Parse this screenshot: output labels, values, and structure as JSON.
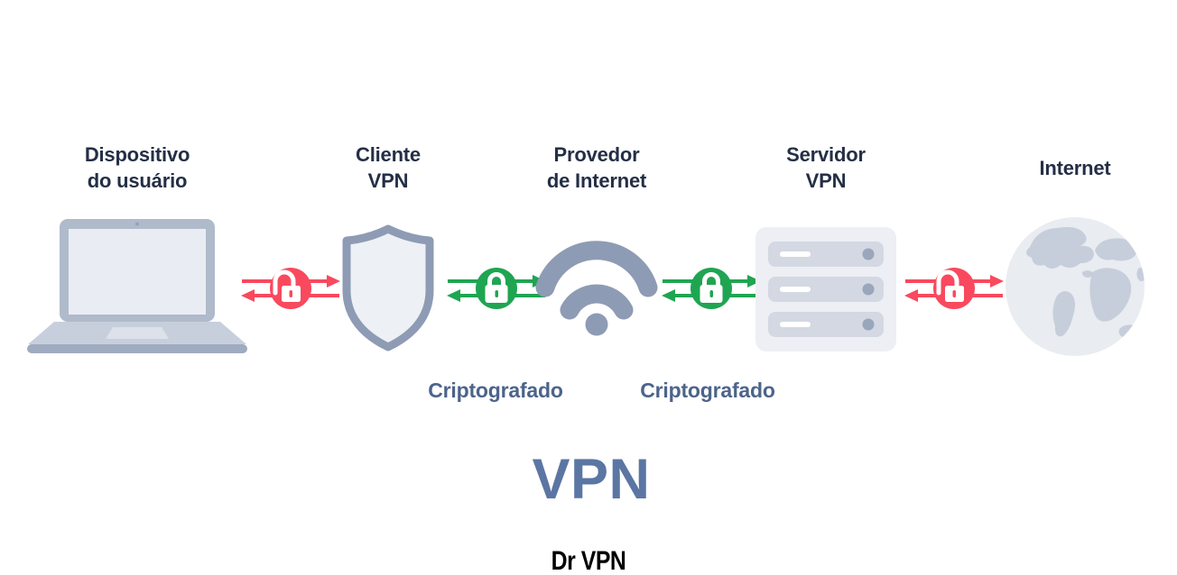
{
  "diagram": {
    "title": "VPN",
    "brand": "Dr VPN",
    "nodes": [
      {
        "id": "user-device",
        "label_lines": [
          "Dispositivo",
          "do usuário"
        ],
        "icon": "laptop-icon"
      },
      {
        "id": "vpn-client",
        "label_lines": [
          "Cliente",
          "VPN"
        ],
        "icon": "shield-icon"
      },
      {
        "id": "isp",
        "label_lines": [
          "Provedor",
          "de Internet"
        ],
        "icon": "wifi-icon"
      },
      {
        "id": "vpn-server",
        "label_lines": [
          "Servidor",
          "VPN"
        ],
        "icon": "server-icon"
      },
      {
        "id": "internet",
        "label_lines": [
          "Internet"
        ],
        "icon": "globe-icon"
      }
    ],
    "links": [
      {
        "between": [
          "Dispositivo do usuário",
          "Cliente VPN"
        ],
        "state": "unencrypted",
        "lock": "unlocked-padlock-icon",
        "arrows": "bidirectional",
        "color": "#F9495E",
        "label": ""
      },
      {
        "between": [
          "Cliente VPN",
          "Provedor de Internet"
        ],
        "state": "encrypted",
        "lock": "locked-padlock-icon",
        "arrows": "bidirectional",
        "color": "#1FA552",
        "label": "Criptografado"
      },
      {
        "between": [
          "Provedor de Internet",
          "Servidor VPN"
        ],
        "state": "encrypted",
        "lock": "locked-padlock-icon",
        "arrows": "bidirectional",
        "color": "#1FA552",
        "label": "Criptografado"
      },
      {
        "between": [
          "Servidor VPN",
          "Internet"
        ],
        "state": "unencrypted",
        "lock": "unlocked-padlock-icon",
        "arrows": "bidirectional",
        "color": "#F9495E",
        "label": ""
      }
    ],
    "colors": {
      "background": "#FFFFFF",
      "node_label_text": "#242F46",
      "encrypted_label_text": "#4C648A",
      "title_text": "#5B76A3",
      "brand_text": "#000000",
      "icon_gray_blue": "#8E9BB4",
      "icon_light_fill": "#EDF0F5",
      "red_unencrypted": "#F9495E",
      "green_encrypted": "#1FA552"
    }
  }
}
